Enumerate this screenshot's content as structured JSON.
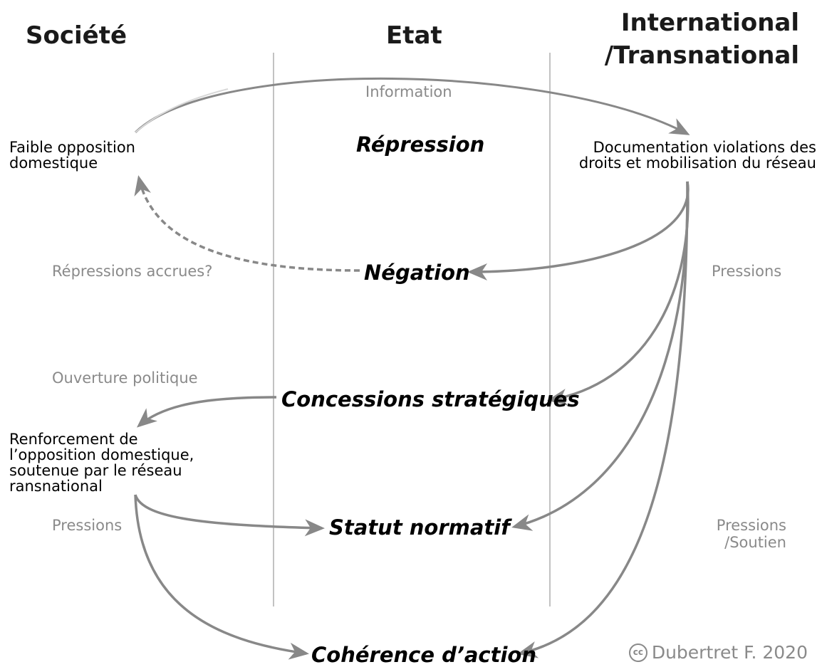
{
  "columns": {
    "society": "Société",
    "state": "Etat",
    "international_line1": "International",
    "international_line2": "/Transnational"
  },
  "stages": {
    "repression": "Répression",
    "negation": "Négation",
    "concessions": "Concessions stratégiques",
    "statut": "Statut normatif",
    "coherence": "Cohérence d’action"
  },
  "actors": {
    "weak_opposition_line1": "Faible opposition",
    "weak_opposition_line2": "domestique",
    "documentation_line1": "Documentation violations des",
    "documentation_line2": "droits et mobilisation du réseau",
    "reinforcement_line1": "Renforcement de",
    "reinforcement_line2": "l’opposition domestique,",
    "reinforcement_line3": "soutenue par le réseau",
    "reinforcement_line4": "ransnational"
  },
  "flow_labels": {
    "information": "Information",
    "repressions_accrues": "Répressions accrues?",
    "pressions_right": "Pressions",
    "ouverture": "Ouverture politique",
    "pressions_left": "Pressions",
    "pressions_soutien_line1": "Pressions",
    "pressions_soutien_line2": "/Soutien"
  },
  "credit": {
    "icon": "creative-commons-icon",
    "icon_glyph": "cc",
    "text": "Dubertret F. 2020"
  },
  "colors": {
    "arrow": "#888888",
    "thin_line": "#b5b5b5",
    "divider": "#9a9a9a",
    "grey_text": "#8a8a8a"
  }
}
